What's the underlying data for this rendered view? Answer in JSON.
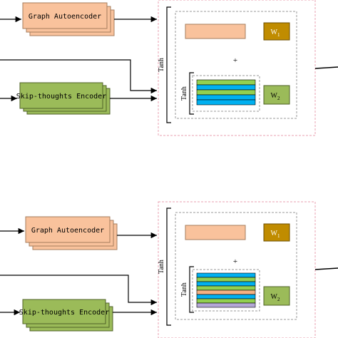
{
  "top": {
    "graph_autoencoder": "Graph Autoencoder",
    "skip_thoughts_encoder": "Skip-thoughts Encoder",
    "tanh_outer": "Tanh",
    "tanh_inner": "Tanh",
    "plus": "+",
    "w1": "W",
    "w1_sub": "1",
    "w2": "W",
    "w2_sub": "2"
  },
  "bottom": {
    "graph_autoencoder": "Graph Autoencoder",
    "skip_thoughts_encoder": "Skip-thoughts Encoder",
    "tanh_outer": "Tanh",
    "tanh_inner": "Tanh",
    "plus": "+",
    "w1": "W",
    "w1_sub": "1",
    "w2": "W",
    "w2_sub": "2"
  },
  "colors": {
    "graph_box_fill": "#f9c29c",
    "graph_box_stroke": "#b98a6a",
    "encoder_box_fill": "#9bbb59",
    "encoder_box_stroke": "#4f6228",
    "w1_fill": "#c08c00",
    "w2_fill": "#9bbb59",
    "pink_dashed": "#e8a0b0",
    "gray_dashed": "#9a9a9a",
    "stripe_blue": "#00b0f0",
    "stripe_green": "#92d050",
    "stripe_orange": "#f4b183",
    "stripe_purple": "#b4a7d6"
  }
}
